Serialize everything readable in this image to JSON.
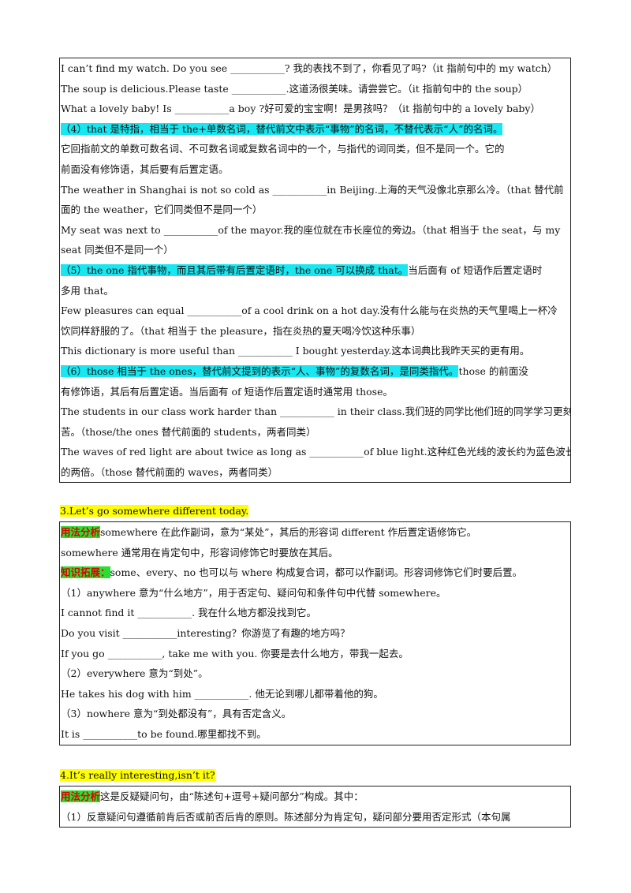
{
  "box1": {
    "l1": "I can’t find my watch. Do you see  ___________?  我的表找不到了，你看见了吗?（it 指前句中的 my watch）",
    "l2": "The soup is delicious.Please taste  ___________.这道汤很美味。请尝尝它。（it 指前句中的 the soup）",
    "l3": "What a lovely baby! Is  ___________a boy ?好可爱的宝宝啊！是男孩吗？（it 指前句中的 a lovely baby）",
    "l4": "（4）that 是特指，相当于 the+单数名词，替代前文中表示“事物”的名词，不替代表示“人”的名词。",
    "l5": "它回指前文的单数可数名词、不可数名词或复数名词中的一个，与指代的词同类，但不是同一个。它的",
    "l6": "前面没有修饰语，其后要有后置定语。",
    "l7": "The weather in Shanghai is not so cold as  ___________in Beijing.上海的天气没像北京那么冷。（that 替代前",
    "l8": "面的 the weather，它们同类但不是同一个）",
    "l9": "My seat was next to  ___________of the mayor.我的座位就在市长座位的旁边。（that 相当于 the seat，与 my",
    "l10": "seat 同类但不是同一个）",
    "l11a": "（5）the one 指代事物，而且其后带有后置定语时，the one 可以换成 that。",
    "l11b": "当后面有 of 短语作后置定语时",
    "l12": "多用 that。",
    "l13": "Few pleasures can equal  ___________of a cool drink on a hot day.没有什么能与在炎热的天气里喝上一杯冷",
    "l14": "饮同样舒服的了。（that 相当于 the pleasure，指在炎热的夏天喝冷饮这种乐事）",
    "l15": "This dictionary is more useful than  ___________  I bought yesterday.这本词典比我昨天买的更有用。",
    "l16a": "（6）those 相当于 the ones，替代前文提到的表示“人、事物”的复数名词，是同类指代。",
    "l16b": "those 的前面没",
    "l17": "有修饰语，其后有后置定语。当后面有 of 短语作后置定语时通常用 those。",
    "l18": "The students in our class work harder than  ___________  in their class.我们班的同学比他们班的同学学习更刻",
    "l19": "苦。（those/the ones 替代前面的 students，两者同类）",
    "l20": "The waves of red light are about twice as long as  ___________of blue light.这种红色光线的波长约为蓝色波长",
    "l21": "的两倍。（those 替代前面的 waves，两者同类）"
  },
  "section3": {
    "heading": "3.Let’s go somewhere different today.",
    "tag1": "用法分析",
    "l1": "somewhere 在此作副词，意为“某处”，其后的形容词 different 作后置定语修饰它。",
    "l2": "somewhere 通常用在肯定句中，形容词修饰它时要放在其后。",
    "tag2": "知识拓展：",
    "l3": "some、every、no 也可以与 where 构成复合词，都可以作副词。形容词修饰它们时要后置。",
    "l4": "（1）anywhere 意为“什么地方”，用于否定句、疑问句和条件句中代替  somewhere。",
    "l5": "I cannot find it  ___________.  我在什么地方都没找到它。",
    "l6": "Do you visit  ___________interesting？你游览了有趣的地方吗？",
    "l7": "If you go  ___________, take me with you.  你要是去什么地方，带我一起去。",
    "l8": "（2）everywhere 意为“到处”。",
    "l9": "He takes his dog with him  ___________.  他无论到哪儿都带着他的狗。",
    "l10": "（3）nowhere 意为“到处都没有”，具有否定含义。",
    "l11": "It is  ___________to be found.哪里都找不到。"
  },
  "section4": {
    "heading": "4.It’s really interesting,isn’t it?",
    "tag1": "用法分析",
    "l1": "这是反疑疑问句，由“陈述句+逗号+疑问部分”构成。其中：",
    "l2": "（1）反意疑问句遵循前肯后否或前否后肯的原则。陈述部分为肯定句，疑问部分要用否定形式（本句属"
  }
}
